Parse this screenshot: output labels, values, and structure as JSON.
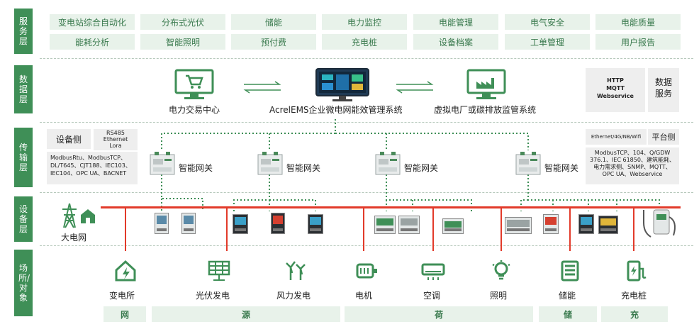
{
  "layers": {
    "service": "服务层",
    "data": "数据层",
    "transport": "传输层",
    "device": "设备层",
    "field": "场所/对象"
  },
  "services": {
    "row1": [
      "变电站综合自动化",
      "分布式光伏",
      "储能",
      "电力监控",
      "电能管理",
      "电气安全",
      "电能质量"
    ],
    "row2": [
      "能耗分析",
      "智能照明",
      "预付费",
      "充电桩",
      "设备档案",
      "工单管理",
      "用户报告"
    ]
  },
  "data_layer": {
    "left": "电力交易中心",
    "center": "AcrelEMS企业微电网能效管理系统",
    "right": "虚拟电厂或碳排放监管系统",
    "protocols": [
      "HTTP",
      "MQTT",
      "Webservice"
    ],
    "service_title": "数据服务"
  },
  "transport": {
    "device_side": "设备侧",
    "device_links": [
      "RS485",
      "Ethernet",
      "Lora"
    ],
    "device_protocols": "ModbusRtu、ModbusTCP、DL/T645、CJT188、IEC103、IEC104、OPC UA、BACNET",
    "platform_side": "平台侧",
    "platform_links": "Ethernet/4G/NB/Wifi",
    "platform_protocols": "ModbusTCP、104、Q/GDW 376.1、IEC 61850、建筑能耗、电力需求侧、SNMP、MQTT、OPC UA、Webservice",
    "gateway_label": "智能网关"
  },
  "device_layer": {
    "grid": "大电网"
  },
  "fields": [
    "变电所",
    "光伏发电",
    "风力发电",
    "电机",
    "空调",
    "照明",
    "储能",
    "充电桩"
  ],
  "categories": [
    "网",
    "源",
    "荷",
    "储",
    "充"
  ],
  "colors": {
    "green": "#3f8f57",
    "bus_red": "#e23a2a",
    "light_green": "#e8f2ea"
  }
}
